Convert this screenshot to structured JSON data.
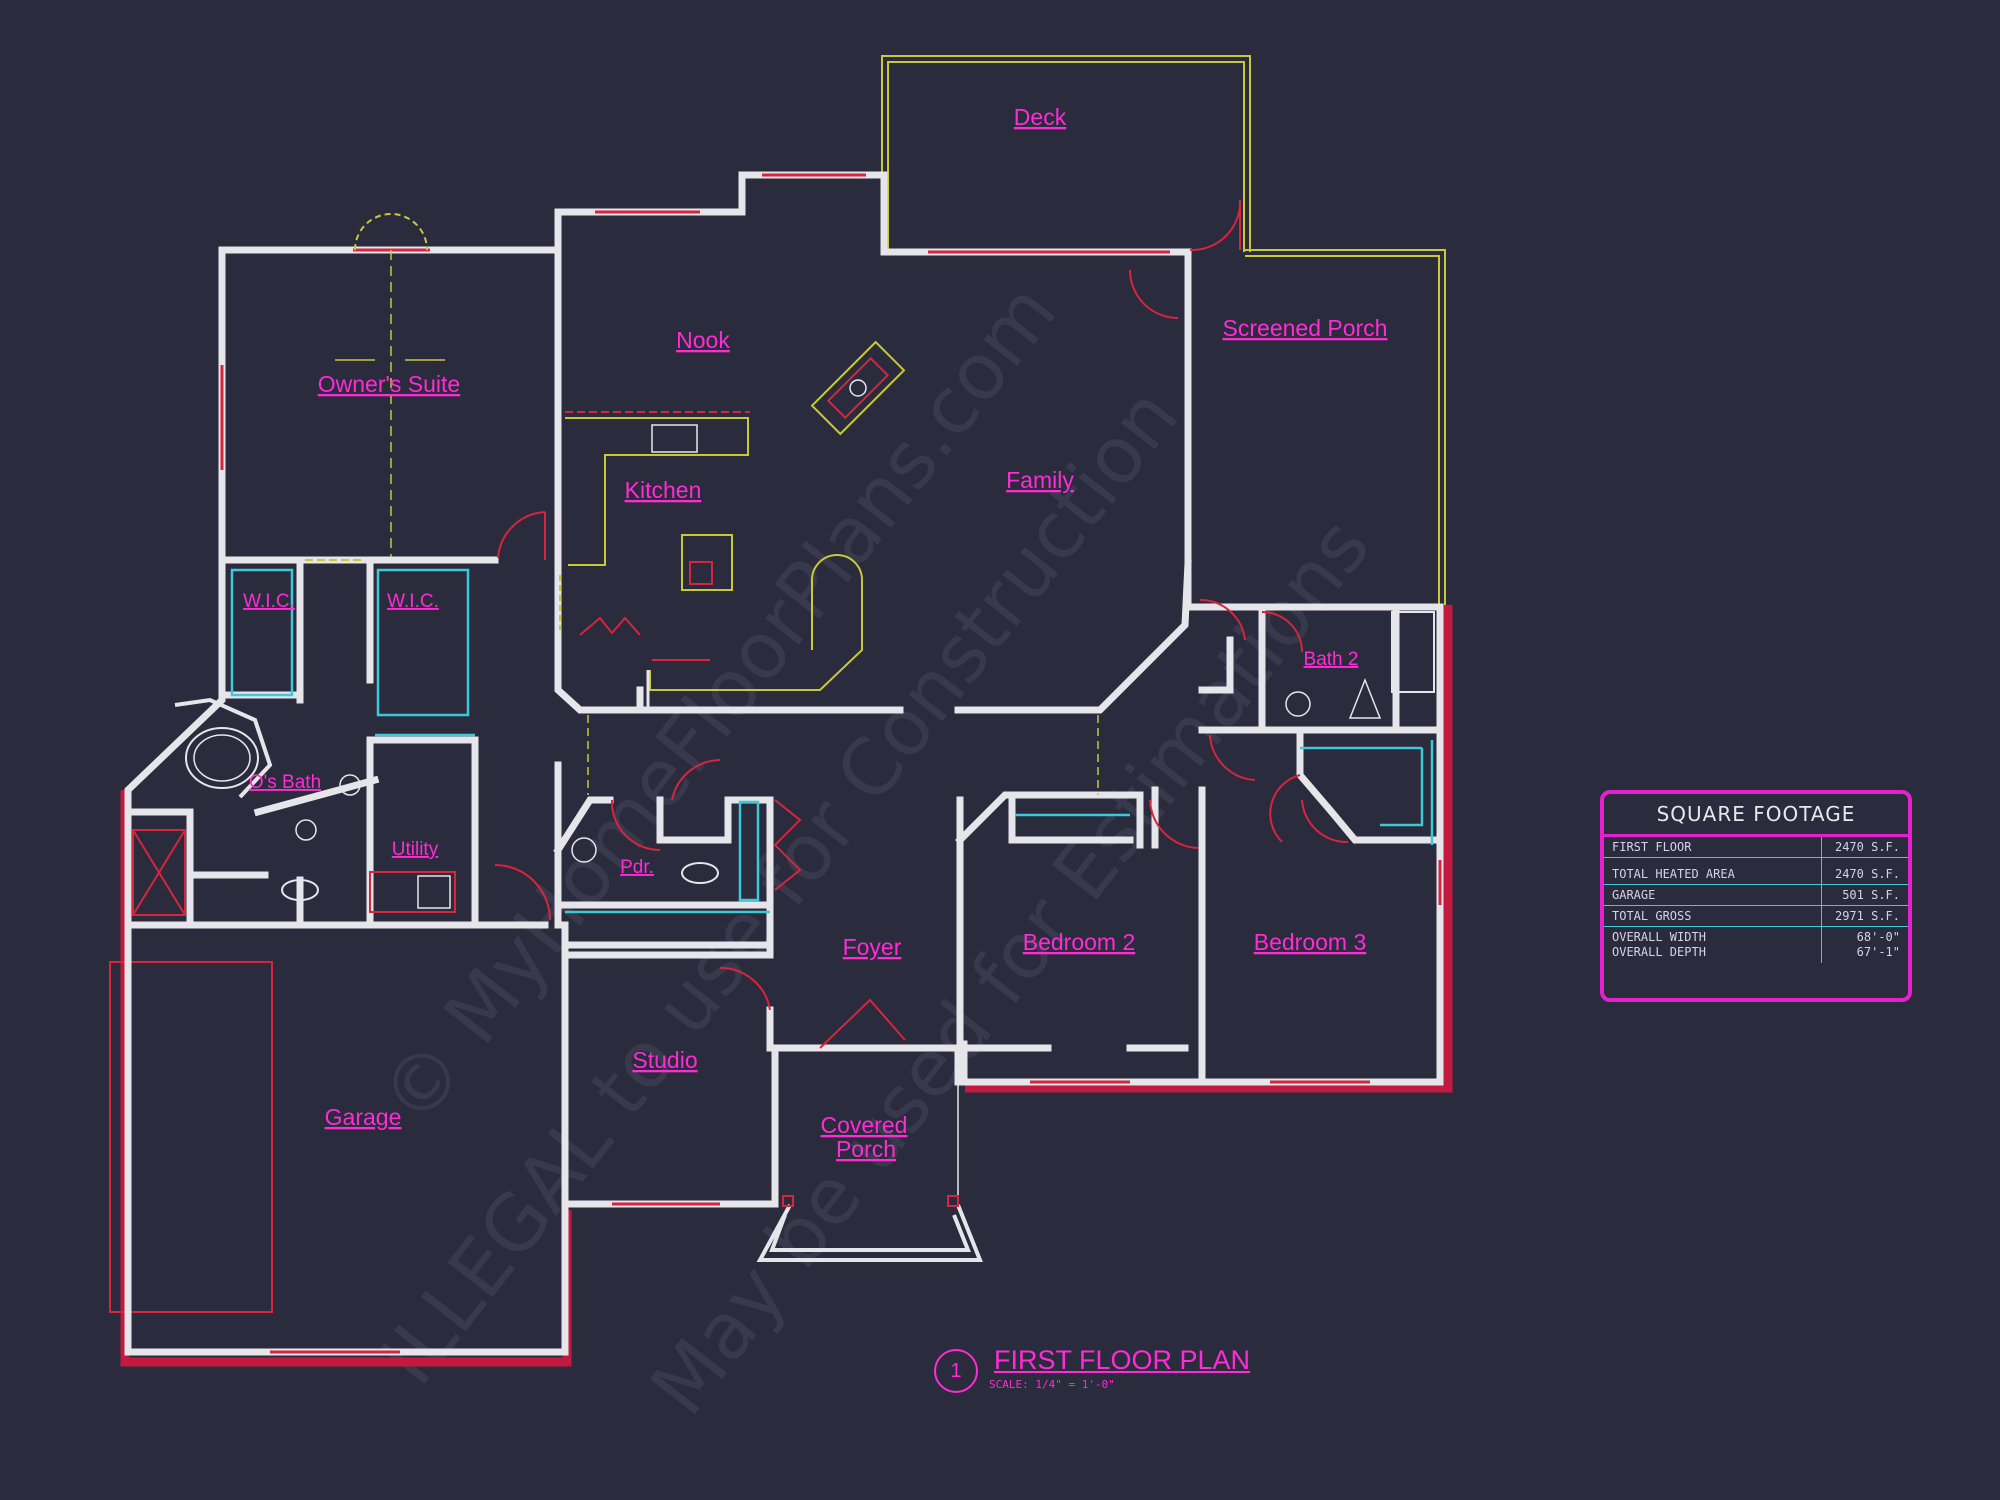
{
  "watermark": [
    "© MyHomeFloorPlans.com",
    "ILLEGAL to use for Construction",
    "May be used for Estimations"
  ],
  "rooms": {
    "deck": "Deck",
    "screened_porch": "Screened Porch",
    "nook": "Nook",
    "owners_suite": "Owner's Suite",
    "kitchen": "Kitchen",
    "family": "Family",
    "bath2": "Bath 2",
    "wic_left": "W.I.C.",
    "wic_right": "W.I.C.",
    "os_bath": "O's Bath",
    "utility": "Utility",
    "pdr": "Pdr.",
    "foyer": "Foyer",
    "bedroom2": "Bedroom 2",
    "bedroom3": "Bedroom 3",
    "studio": "Studio",
    "garage": "Garage",
    "covered_porch_line1": "Covered",
    "covered_porch_line2": "Porch"
  },
  "square_footage": {
    "title": "SQUARE FOOTAGE",
    "rows": [
      {
        "label": "FIRST FLOOR",
        "value": "2470 S.F."
      },
      {
        "label": "TOTAL HEATED AREA",
        "value": "2470 S.F."
      },
      {
        "label": "GARAGE",
        "value": "501 S.F."
      },
      {
        "label": "TOTAL GROSS",
        "value": "2971 S.F."
      },
      {
        "label": "OVERALL WIDTH",
        "value": "68'-0\""
      },
      {
        "label": "OVERALL DEPTH",
        "value": "67'-1\""
      }
    ]
  },
  "title_block": {
    "number": "1",
    "title": "FIRST FLOOR PLAN",
    "scale": "SCALE: 1/4\" = 1'-0\""
  },
  "colors": {
    "background": "#2a2b3d",
    "walls": "#e6e6ea",
    "labels": "#ff2bd4",
    "accent_red": "#d6253c",
    "accent_yellow": "#c9c83a",
    "accent_cyan": "#3fc9d6"
  }
}
